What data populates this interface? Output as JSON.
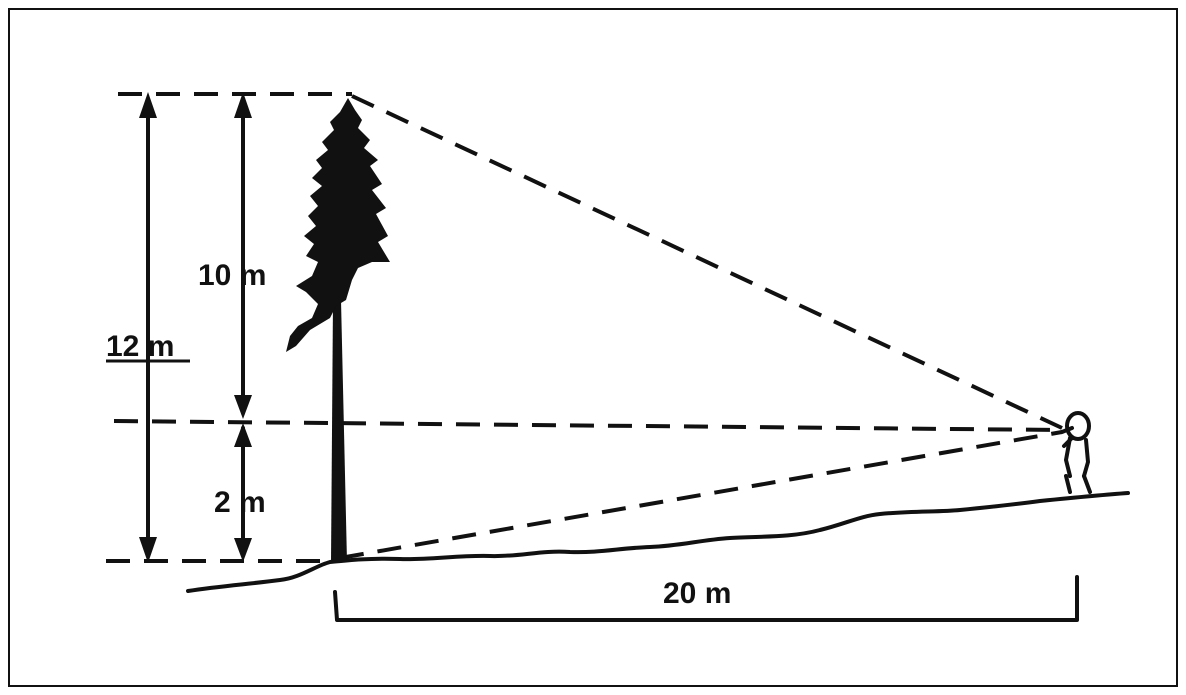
{
  "labels": {
    "total_height": "12 m",
    "upper_height": "10 m",
    "eye_height": "2 m",
    "distance": "20 m"
  },
  "colors": {
    "ink": "#111111",
    "background": "#ffffff",
    "frame": "#111111"
  },
  "figures": {
    "tree": "tree-icon",
    "observer": "person-icon"
  }
}
